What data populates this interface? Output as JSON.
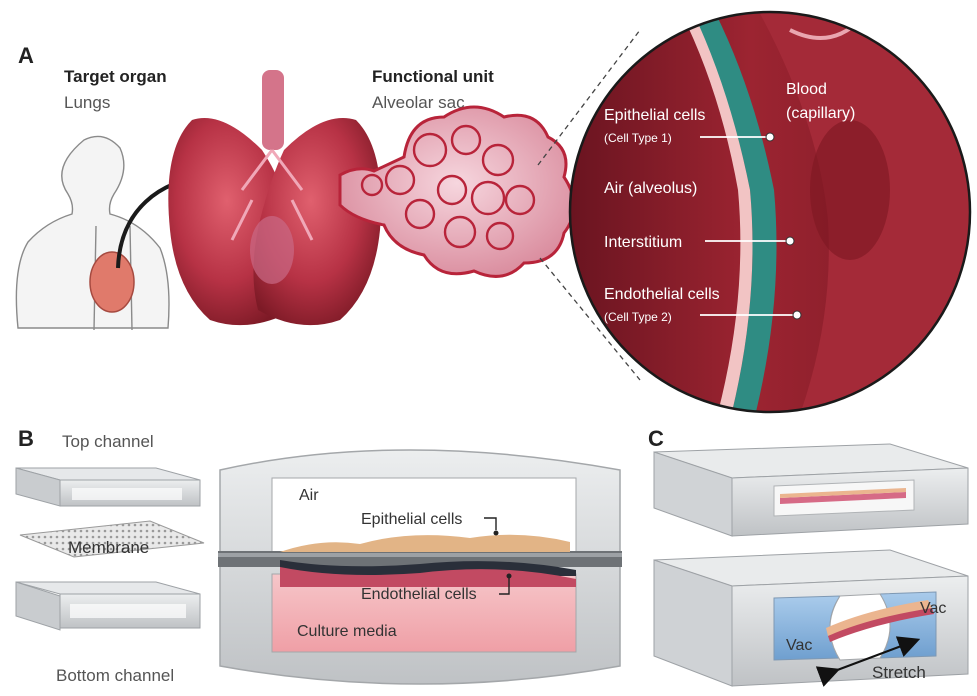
{
  "panelA": {
    "letter": "A",
    "target_organ_title": "Target organ",
    "target_organ_name": "Lungs",
    "functional_unit_title": "Functional unit",
    "functional_unit_name": "Alveolar sac",
    "callouts": {
      "epithelial": "Epithelial cells",
      "epithelial_sub": "(Cell Type 1)",
      "air": "Air (alveolus)",
      "interstitium": "Interstitium",
      "endothelial": "Endothelial cells",
      "endothelial_sub": "(Cell Type 2)",
      "blood": "Blood",
      "blood_sub": "(capillary)"
    }
  },
  "panelB": {
    "letter": "B",
    "top_channel": "Top channel",
    "membrane": "Membrane",
    "bottom_channel": "Bottom channel",
    "air": "Air",
    "epithelial": "Epithelial cells",
    "endothelial": "Endothelial cells",
    "culture_media": "Culture media"
  },
  "panelC": {
    "letter": "C",
    "vac_left": "Vac",
    "vac_right": "Vac",
    "stretch": "Stretch"
  },
  "colors": {
    "lung": "#b73245",
    "tissue_dark": "#8a1f2a",
    "teal": "#2f8c83",
    "pink_membrane": "#f2c4c4",
    "vac_blue": "#8cb6de",
    "chip_gray": "#d4d6d8",
    "media_pink": "#f4b9bd"
  }
}
